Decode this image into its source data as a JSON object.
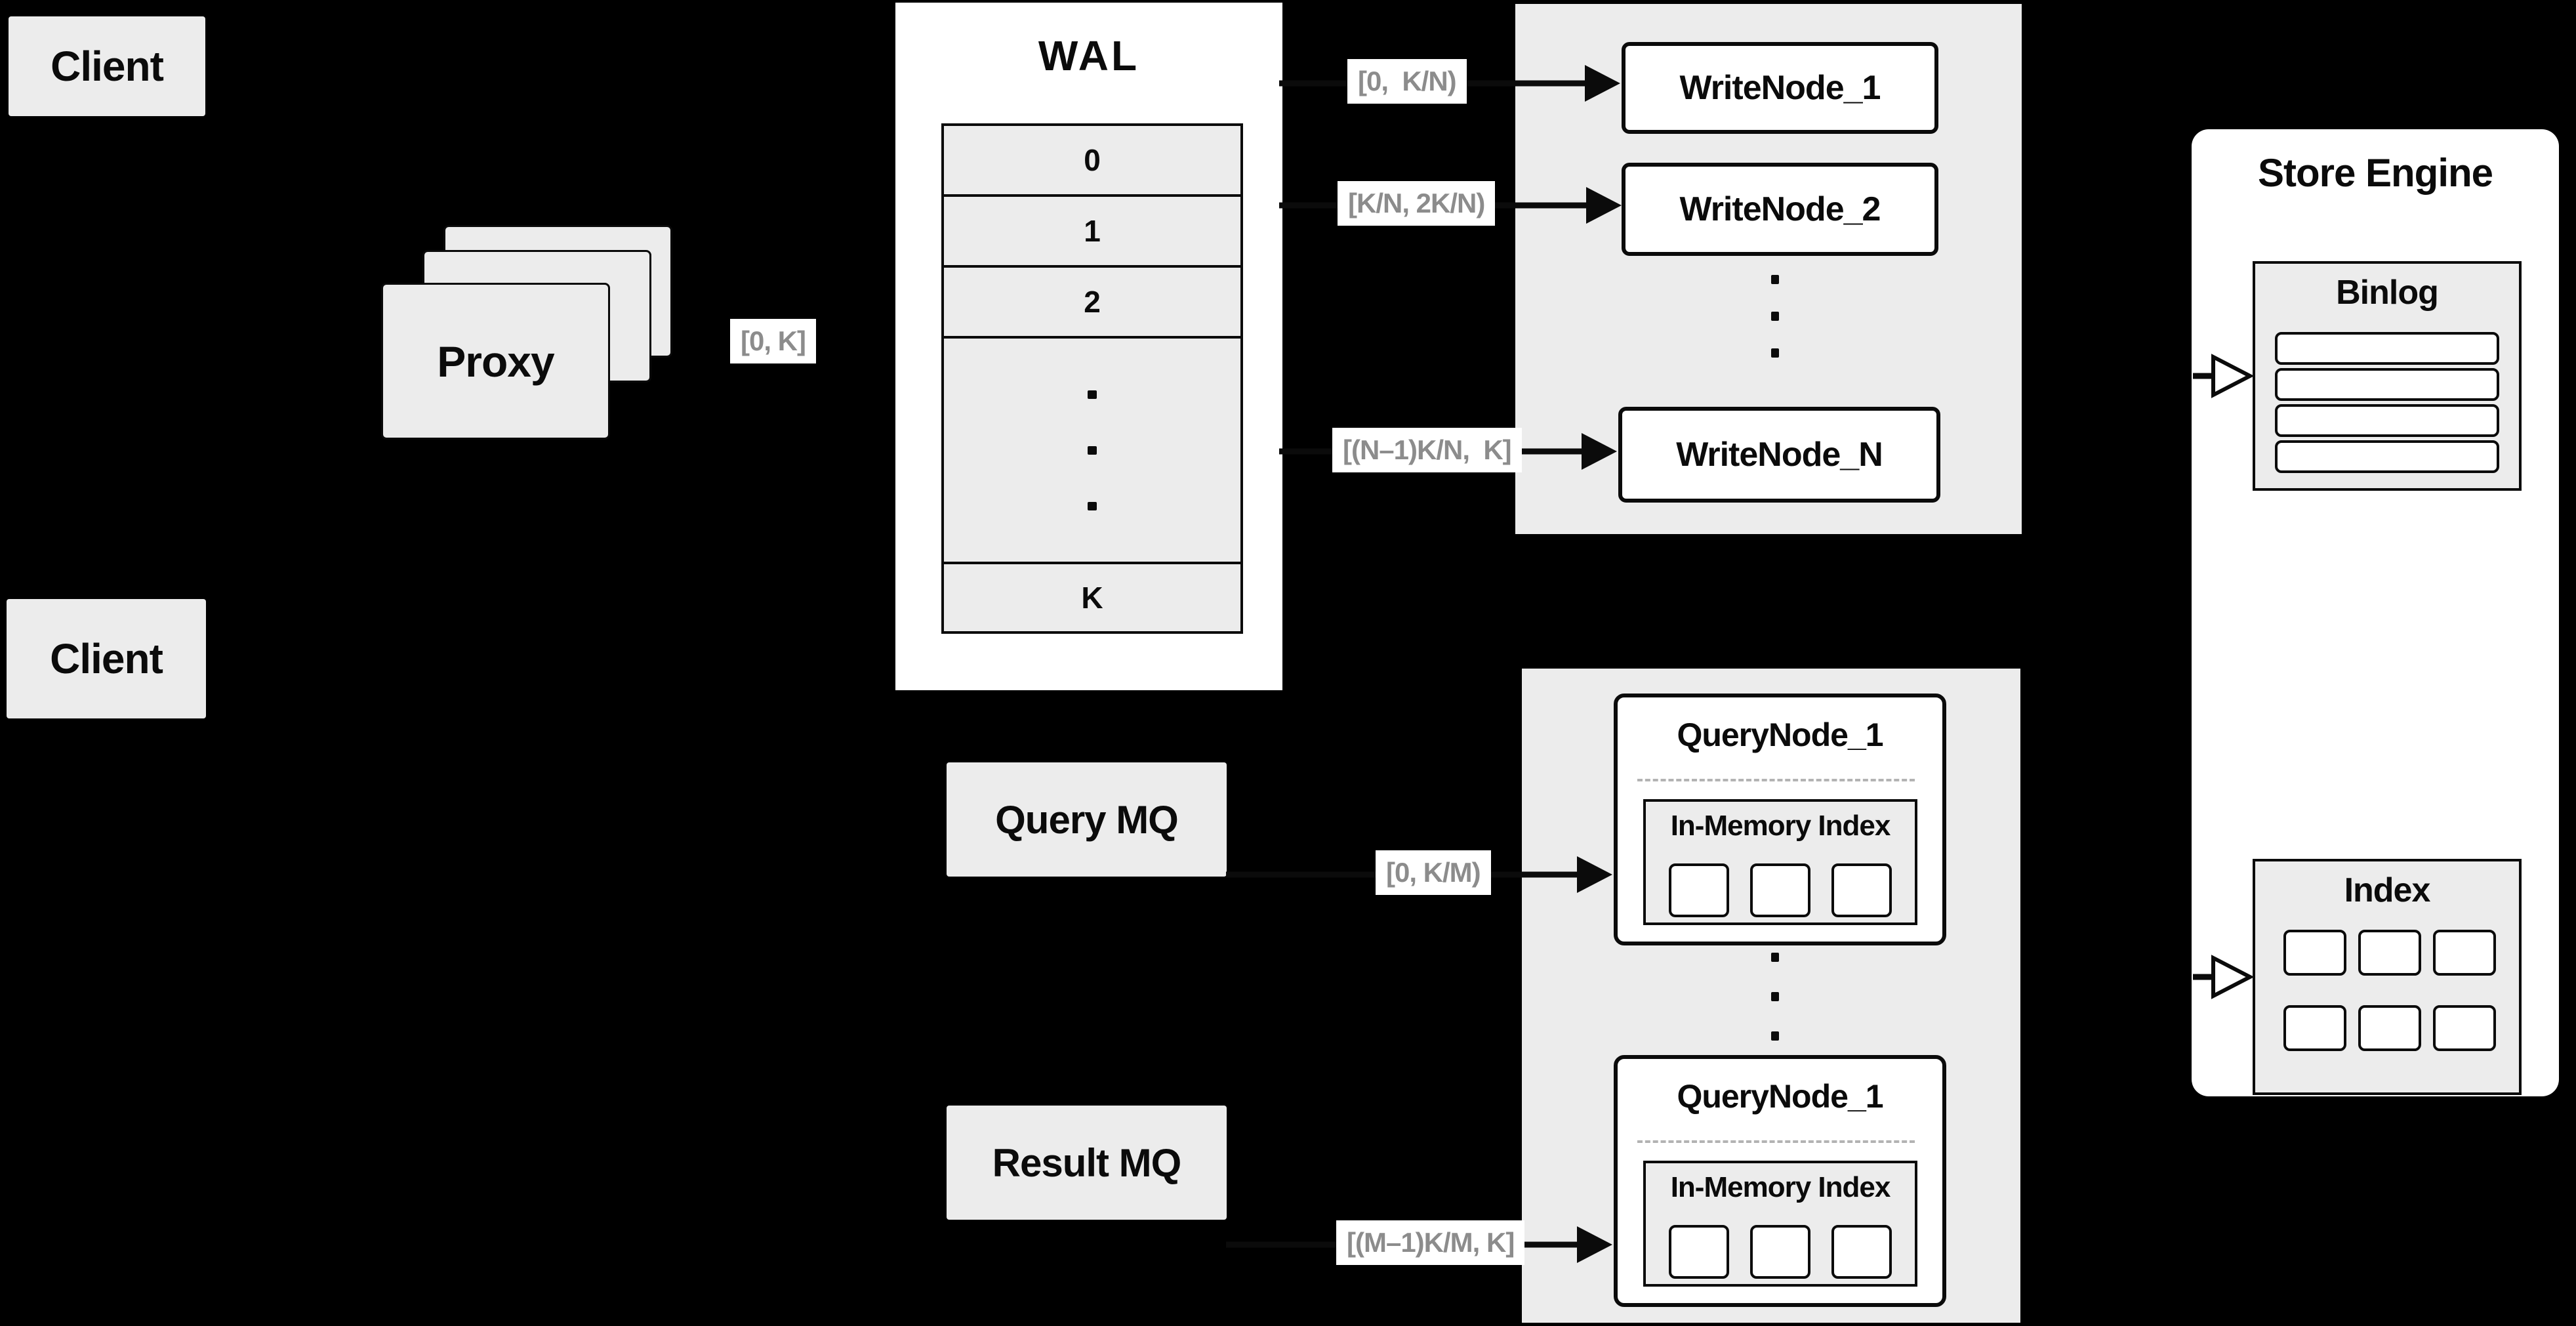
{
  "colors": {
    "background": "#000000",
    "panel_gray": "#ececec",
    "node_white": "#ffffff",
    "line_black": "#0b0b0b",
    "label_text_gray": "#8c8c8c",
    "dashed_separator_gray": "#b3b3b3"
  },
  "clients": {
    "top_label": "Client",
    "middle_label": "Client"
  },
  "proxy": {
    "label": "Proxy"
  },
  "wal": {
    "title": "WAL",
    "segment_0": "0",
    "segment_1": "1",
    "segment_2": "2",
    "segment_last": "K"
  },
  "range_labels": {
    "proxy_to_wal": "[0, K]",
    "wal_to_writenode_1": "[0,  K/N)",
    "wal_to_writenode_2": "[K/N, 2K/N)",
    "wal_to_writenode_n": "[(N–1)K/N,  K]",
    "querymq_to_querynode_1": "[0, K/M)",
    "resultmq_to_querynode_m": "[(M–1)K/M, K]"
  },
  "write_nodes": {
    "node_1": "WriteNode_1",
    "node_2": "WriteNode_2",
    "node_n": "WriteNode_N"
  },
  "store_engine": {
    "title": "Store Engine",
    "binlog_title": "Binlog",
    "binlog_slot_count": 4,
    "index_title": "Index",
    "index_slot_count": 6
  },
  "message_queues": {
    "query_mq": "Query MQ",
    "result_mq": "Result MQ"
  },
  "query_nodes": {
    "top": {
      "title": "QueryNode_1",
      "memory_title": "In-Memory Index"
    },
    "bottom": {
      "title": "QueryNode_1",
      "memory_title": "In-Memory Index"
    }
  }
}
